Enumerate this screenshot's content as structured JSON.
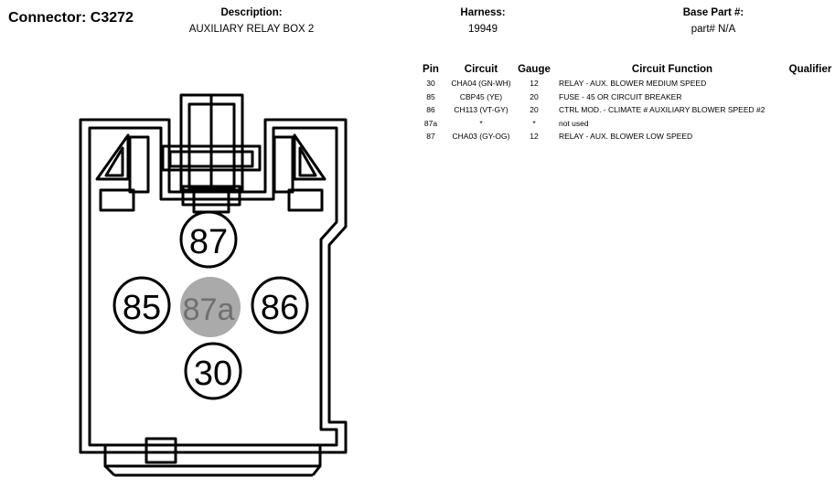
{
  "connector": {
    "label": "Connector: C3272"
  },
  "description": {
    "label": "Description:",
    "value": "AUXILIARY RELAY BOX 2"
  },
  "harness": {
    "label": "Harness:",
    "value": "19949"
  },
  "base_part": {
    "label": "Base Part #:",
    "value": "part# N/A"
  },
  "table": {
    "headers": {
      "pin": "Pin",
      "circuit": "Circuit",
      "gauge": "Gauge",
      "function": "Circuit Function",
      "qualifier": "Qualifier"
    },
    "rows": [
      {
        "pin": "30",
        "circuit": "CHA04 (GN-WH)",
        "gauge": "12",
        "function": "RELAY - AUX. BLOWER MEDIUM SPEED",
        "qualifier": ""
      },
      {
        "pin": "85",
        "circuit": "CBP45 (YE)",
        "gauge": "20",
        "function": "FUSE - 45 OR CIRCUIT BREAKER",
        "qualifier": ""
      },
      {
        "pin": "86",
        "circuit": "CH113 (VT-GY)",
        "gauge": "20",
        "function": "CTRL MOD. - CLIMATE # AUXILIARY BLOWER SPEED #2",
        "qualifier": ""
      },
      {
        "pin": "87a",
        "circuit": "*",
        "gauge": "*",
        "function": "not used",
        "qualifier": ""
      },
      {
        "pin": "87",
        "circuit": "CHA03 (GY-OG)",
        "gauge": "12",
        "function": "RELAY - AUX. BLOWER LOW SPEED",
        "qualifier": ""
      }
    ]
  },
  "diagram": {
    "pins": {
      "p87": "87",
      "p85": "85",
      "p87a": "87a",
      "p86": "86",
      "p30": "30"
    },
    "colors": {
      "outline": "#000000",
      "unused_pin_fill": "#aaaaaa",
      "unused_pin_text": "#6f6f6f"
    }
  }
}
